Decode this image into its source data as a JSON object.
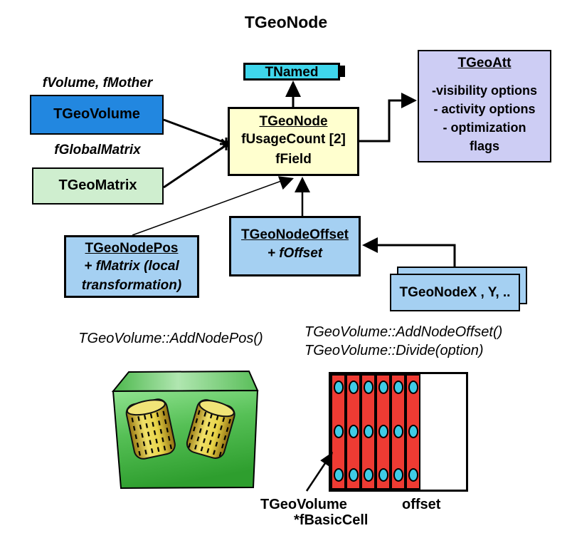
{
  "title": "TGeoNode",
  "colors": {
    "tnamed-fill": "#3fd6ec",
    "tgeoatt-fill": "#cdcdf4",
    "tgeonode-fill": "#ffffcf",
    "tgeovolume-fill": "#2287e0",
    "tgeomatrix-fill": "#cfeecf",
    "subclass-fill": "#a5d0f2",
    "cell-red": "#ee3b33",
    "node-cyan": "#3fcce6"
  },
  "classes": {
    "tnamed": {
      "label": "TNamed"
    },
    "tgeoatt": {
      "title": "TGeoAtt",
      "lines": [
        "-visibility options",
        "- activity options",
        "- optimization",
        "flags"
      ]
    },
    "tgeonode": {
      "title": "TGeoNode",
      "lines": [
        "fUsageCount [2]",
        "fField"
      ]
    },
    "tgeovolume": {
      "label": "TGeoVolume"
    },
    "tgeomatrix": {
      "label": "TGeoMatrix"
    },
    "tgeonodepos": {
      "title": "TGeoNodePos",
      "lines": [
        "+ fMatrix (local",
        "transformation)"
      ]
    },
    "tgeonodeoffset": {
      "title": "TGeoNodeOffset",
      "lines": [
        "+ fOffset"
      ]
    },
    "tgeonodex": {
      "label": "TGeoNodeX , Y, .."
    }
  },
  "annotations": {
    "fvolume_fmother": "fVolume, fMother",
    "fglobalmatrix": "fGlobalMatrix",
    "addnodepos": "TGeoVolume::AddNodePos()",
    "addnodeoffset": "TGeoVolume::AddNodeOffset()",
    "divide": "TGeoVolume::Divide(option)",
    "tgeovolume_caption": "TGeoVolume",
    "fbasiccell": "*fBasicCell",
    "offset": "offset"
  },
  "division_figure": {
    "cells": 6,
    "rows": 3
  }
}
